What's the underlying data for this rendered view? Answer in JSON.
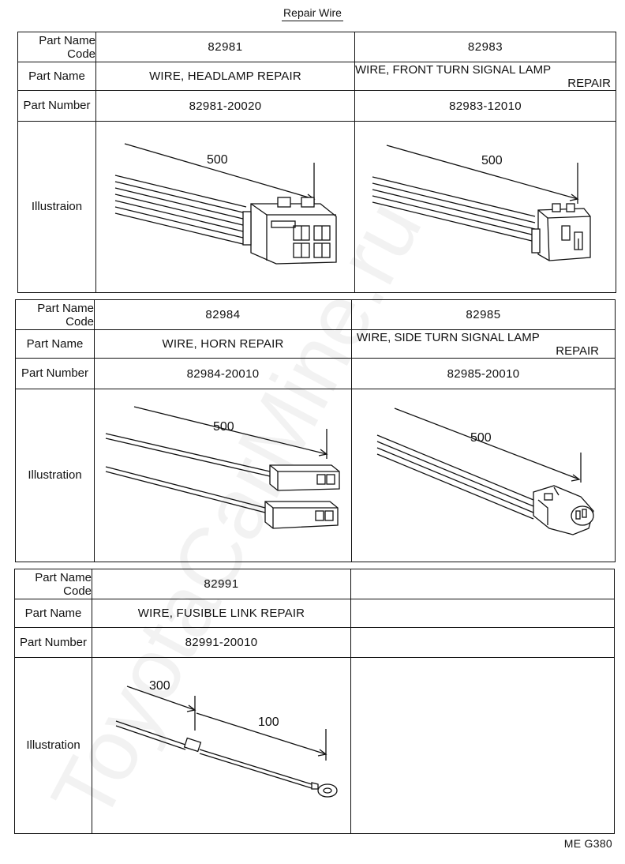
{
  "page": {
    "title": "Repair Wire",
    "footer_code": "ME G380",
    "watermark": "ToyotaCarMine.ru"
  },
  "labels": {
    "part_name_code_line1": "Part Name",
    "part_name_code_line2": "Code",
    "part_name": "Part Name",
    "part_number": "Part Number",
    "illustration": "Illustration",
    "illustration_misspelled": "Illustraion"
  },
  "parts": [
    {
      "code": "82981",
      "name": "WIRE, HEADLAMP REPAIR",
      "number": "82981-20020",
      "dimension": "500"
    },
    {
      "code": "82983",
      "name_line1": "WIRE, FRONT TURN SIGNAL LAMP",
      "name_line2": "REPAIR",
      "number": "82983-12010",
      "dimension": "500"
    },
    {
      "code": "82984",
      "name": "WIRE, HORN REPAIR",
      "number": "82984-20010",
      "dimension": "500"
    },
    {
      "code": "82985",
      "name_line1": "WIRE, SIDE TURN SIGNAL LAMP",
      "name_line2": "REPAIR",
      "number": "82985-20010",
      "dimension": "500"
    },
    {
      "code": "82991",
      "name": "WIRE, FUSIBLE LINK REPAIR",
      "number": "82991-20010",
      "dimension_a": "300",
      "dimension_b": "100"
    }
  ]
}
